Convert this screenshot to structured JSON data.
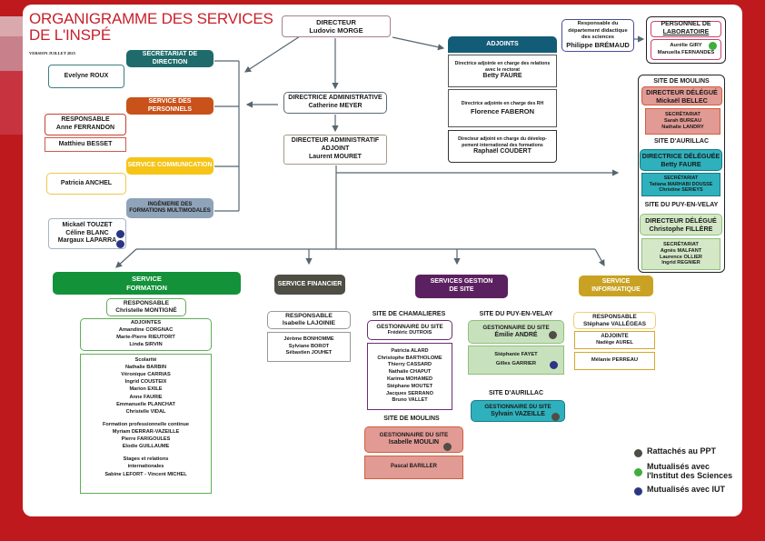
{
  "title_line1": "ORGANIGRAMME DES SERVICES",
  "title_line2": "DE L'INSPÉ",
  "version": "VERSION JUILLET 2025",
  "director": {
    "role": "DIRECTEUR",
    "name": "Ludovic MORGE"
  },
  "admin_director": {
    "role": "DIRECTRICE ADMINISTRATIVE",
    "name": "Catherine MEYER"
  },
  "deputy_admin_director": {
    "role1": "DIRECTEUR ADMINISTRATIF",
    "role2": "ADJOINT",
    "name": "Laurent MOURET"
  },
  "left_services": {
    "secretariat": {
      "label": "SECRÉTARIAT DE DIRECTION",
      "member": "Evelyne ROUX"
    },
    "personnel": {
      "label": "SERVICE DES PERSONNELS",
      "resp_role": "RESPONSABLE",
      "resp_name": "Anne FERRANDON",
      "member": "Matthieu BESSET"
    },
    "communication": {
      "label": "SERVICE COMMUNICATION",
      "member": "Patricia ANCHEL"
    },
    "ingenierie": {
      "label1": "INGÉNIERIE DES",
      "label2": "FORMATIONS MULTIMODALES",
      "members": [
        "Mickaël TOUZET",
        "Céline BLANC",
        "Margaux LAPARRA"
      ]
    }
  },
  "adjoints": {
    "header": "ADJOINTS",
    "items": [
      {
        "role1": "Directrice adjointe en charge des relations",
        "role2": "avec le rectorat",
        "name": "Betty FAURE"
      },
      {
        "role1": "Directrice adjointe en charge des RH",
        "role2": "",
        "name": "Florence FABERON"
      },
      {
        "role1": "Directeur adjoint en charge du dévelop-",
        "role2": "pement international des formations",
        "name": "Raphaël COUDERT"
      }
    ]
  },
  "science_dept": {
    "line1": "Responsable du",
    "line2": "département didactique",
    "line3": "des sciences",
    "name": "Philippe BRÉMAUD"
  },
  "lab": {
    "header1": "PERSONNEL DE",
    "header2": "LABORATOIRE",
    "members": [
      "Aurélie GIRY",
      "Manuella FERNANDES"
    ]
  },
  "sites_panel": {
    "moulins": {
      "label": "SITE DE MOULINS",
      "dir_role": "DIRECTEUR DÉLÉGUÉ",
      "dir_name": "Mickaël BELLEC",
      "sec_label": "SECRÉTARIAT",
      "sec_members": [
        "Sarah BUREAU",
        "Nathalie LANDRY"
      ]
    },
    "aurillac": {
      "label": "SITE D'AURILLAC",
      "dir_role": "DIRECTRICE DÉLÉGUÉE",
      "dir_name": "Betty FAURE",
      "sec_label": "SECRÉTARIAT",
      "sec_members": [
        "Tatiana MARHABI DOUSSE",
        "Christine SERIEYS"
      ]
    },
    "puy": {
      "label": "SITE DU PUY-EN-VELAY",
      "dir_role": "DIRECTEUR DÉLÉGUÉ",
      "dir_name": "Christophe FILLÈRE",
      "sec_label": "SECRÉTARIAT",
      "sec_members": [
        "Agnès MALFANT",
        "Laurence OLLIER",
        "Ingrid REGNIER"
      ]
    }
  },
  "formation": {
    "header1": "SERVICE",
    "header2": "FORMATION",
    "resp_role": "RESPONSABLE",
    "resp_name": "Christelle MONTIGNÉ",
    "adjoints_label": "ADJOINTES",
    "adjoints": [
      "Amandine CORGNAC",
      "Marie-Pierre RIEUTORT",
      "Linda SIRVIN"
    ],
    "scolarite_label": "Scolarité",
    "scolarite": [
      "Nathalie BARBIN",
      "Véronique CARRIAS",
      "Ingrid COUSTEIX",
      "Marion EXILE",
      "Anne FAURIE",
      "Emmanuelle PLANCHAT",
      "Christelle VIDAL"
    ],
    "fpc_label": "Formation professionnelle continue",
    "fpc": [
      "Myriam DERRAR-VAZEILLE",
      "Pierre FARIGOULES",
      "Elodie GUILLAUME"
    ],
    "stages_label1": "Stages et relations",
    "stages_label2": "internationales",
    "stages": "Sabine LEFORT - Vincent MICHEL"
  },
  "financier": {
    "header": "SERVICE FINANCIER",
    "resp_role": "RESPONSABLE",
    "resp_name": "Isabelle LAJOINIE",
    "members": [
      "Jérôme BONHOMME",
      "Sylviane BOROT",
      "Sébastien JOUHET"
    ]
  },
  "gestion_site": {
    "header1": "SERVICES GESTION",
    "header2": "DE SITE",
    "chamalieres": {
      "label": "SITE DE CHAMALIERES",
      "role": "GESTIONNAIRE DU SITE",
      "name": "Frédéric DUTROIS",
      "members": [
        "Patricia ALARD",
        "Christophe BARTHOLOME",
        "Thierry CASSARD",
        "Nathalie CHAPUT",
        "Karima MOHAMED",
        "Stéphane MOUTET",
        "Jacques SERRANO",
        "Bruno VALLET"
      ]
    },
    "moulins": {
      "label": "SITE DE MOULINS",
      "role": "GESTIONNAIRE DU SITE",
      "name": "Isabelle MOULIN",
      "member": "Pascal BARILLER"
    },
    "puy": {
      "label": "SITE DU PUY-EN-VELAY",
      "role": "GESTIONNAIRE DU SITE",
      "name": "Émilie ANDRÉ",
      "members": [
        "Stéphanie FAYET",
        "Gilles GARRIER"
      ]
    },
    "aurillac": {
      "label": "SITE D'AURILLAC",
      "role": "GESTIONNAIRE DU SITE",
      "name": "Sylvain VAZEILLE"
    }
  },
  "informatique": {
    "header1": "SERVICE",
    "header2": "INFORMATIQUE",
    "resp_role": "RESPONSABLE",
    "resp_name": "Stéphane VALLÉGEAS",
    "adjointe_label": "ADJOINTE",
    "adjointe_name": "Nadège AUREL",
    "member": "Mélanie PERREAU"
  },
  "legend": {
    "ppt": "Rattachés au PPT",
    "sciences1": "Mutualisés avec",
    "sciences2": "l'Institut des Sciences",
    "iut": "Mutualisés avec IUT"
  },
  "colors": {
    "brand_red": "#be1a1e",
    "secretariat": "#1f6b6b",
    "personnel": "#c9521a",
    "communication": "#f5c417",
    "ingenierie": "#8fa3b9",
    "adjoints": "#135c77",
    "formation": "#13923a",
    "financier": "#4f4e45",
    "gestion": "#5b2060",
    "informatique": "#c9a224",
    "dot_ppt": "#4f4e45",
    "dot_sciences": "#3fae3a",
    "dot_iut": "#2c3582"
  }
}
